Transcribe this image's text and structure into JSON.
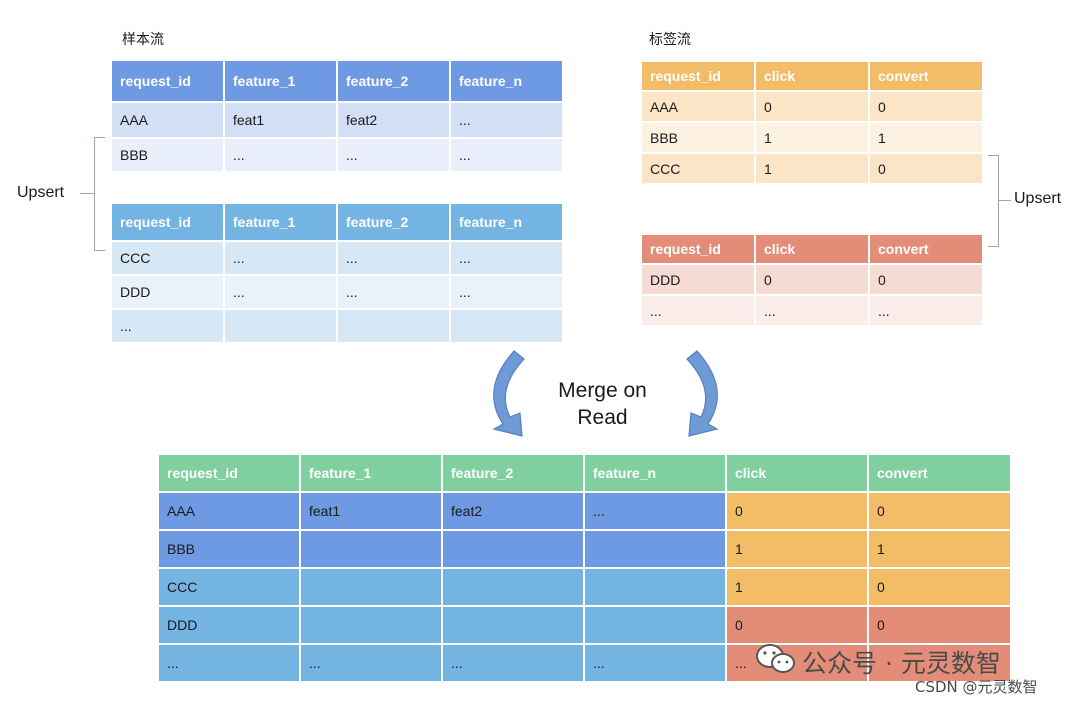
{
  "sample_stream": {
    "title": "样本流",
    "columns": [
      "request_id",
      "feature_1",
      "feature_2",
      "feature_n"
    ],
    "batch1": [
      [
        "AAA",
        "feat1",
        "feat2",
        "..."
      ],
      [
        "BBB",
        "...",
        "...",
        "..."
      ]
    ],
    "batch2": [
      [
        "CCC",
        "...",
        "...",
        "..."
      ],
      [
        "DDD",
        "...",
        "...",
        "..."
      ],
      [
        "...",
        "",
        "",
        ""
      ]
    ]
  },
  "label_stream": {
    "title": "标签流",
    "columns": [
      "request_id",
      "click",
      "convert"
    ],
    "batch1": [
      [
        "AAA",
        "0",
        "0"
      ],
      [
        "BBB",
        "1",
        "1"
      ],
      [
        "CCC",
        "1",
        "0"
      ]
    ],
    "batch2": [
      [
        "DDD",
        "0",
        "0"
      ],
      [
        "...",
        "...",
        "..."
      ]
    ]
  },
  "upsert_left": "Upsert",
  "upsert_right": "Upsert",
  "merge_label": [
    "Merge on",
    "Read"
  ],
  "merged": {
    "columns": [
      "request_id",
      "feature_1",
      "feature_2",
      "feature_n",
      "click",
      "convert"
    ],
    "rows": [
      [
        "AAA",
        "feat1",
        "feat2",
        "...",
        "0",
        "0"
      ],
      [
        "BBB",
        "",
        "",
        "",
        "1",
        "1"
      ],
      [
        "CCC",
        "",
        "",
        "",
        "1",
        "0"
      ],
      [
        "DDD",
        "",
        "",
        "",
        "0",
        "0"
      ],
      [
        "...",
        "...",
        "...",
        "...",
        "...",
        ""
      ]
    ]
  },
  "watermark": {
    "wechat": "公众号 · 元灵数智",
    "csdn": "CSDN @元灵数智"
  },
  "colors": {
    "sample1_header": "#6e99e3",
    "sample1_row_a": "#d3dff5",
    "sample1_row_b": "#e9effa",
    "sample2_header": "#74b4e3",
    "sample2_row_a": "#d6e8f6",
    "sample2_row_b": "#e9f2fa",
    "label1_header": "#f3bd67",
    "label1_row_a": "#fbe5c6",
    "label1_row_b": "#fdf2e1",
    "label2_header": "#e38d79",
    "label2_row_a": "#f6dbd4",
    "label2_row_b": "#fbede9",
    "merged_header": "#7fcf9f",
    "merged_blue": "#6e99e3",
    "merged_light_blue": "#74b4e3",
    "merged_orange": "#f3bd67",
    "merged_red": "#e38d79",
    "arrow": "#6e9ad6"
  }
}
